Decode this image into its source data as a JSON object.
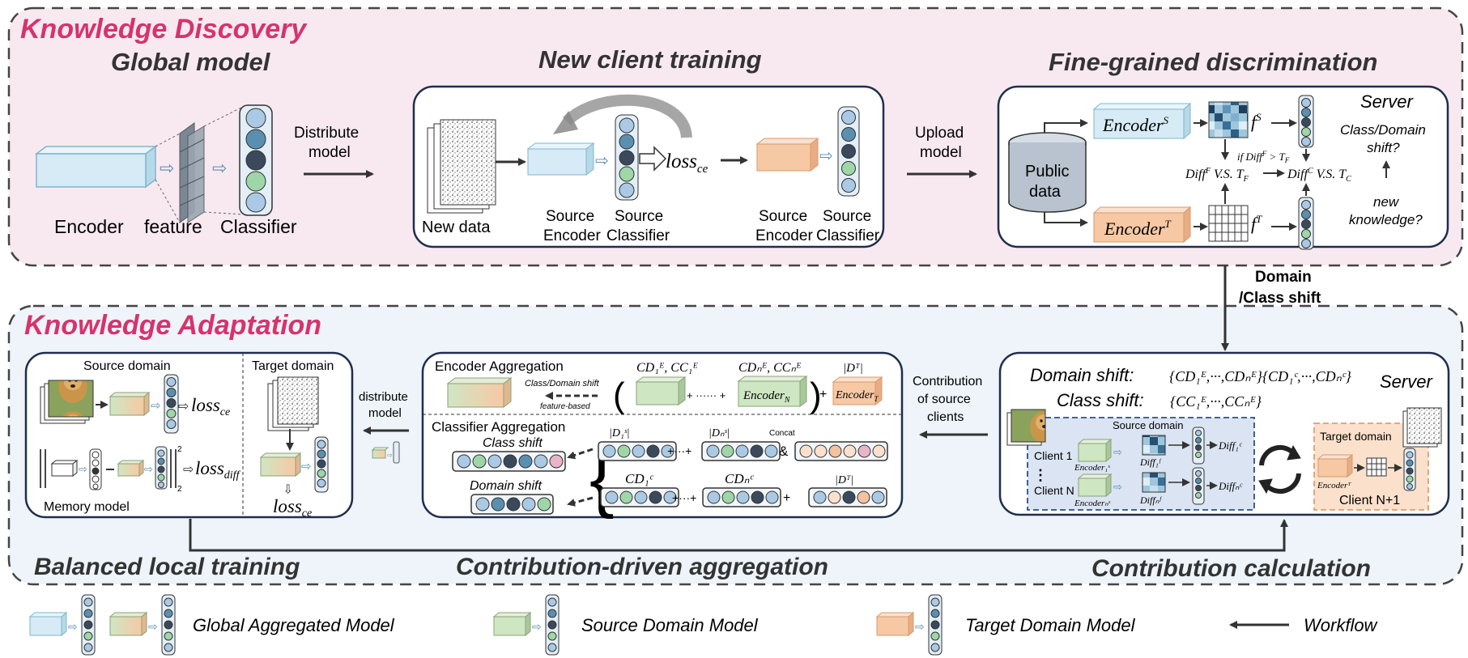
{
  "colors": {
    "accent": "#d6336c",
    "discovery_bg": "#f8e9f0",
    "adaptation_bg": "#eef4f9",
    "panel_border": "#1f2d4e",
    "global_model": "#d6ebf5",
    "source_model": "#cfe6c3",
    "target_model": "#f7c8a4",
    "arrow": "#333333"
  },
  "discovery": {
    "section_title": "Knowledge Discovery",
    "global_model": {
      "title": "Global model",
      "encoder_label": "Encoder",
      "feature_label": "feature",
      "classifier_label": "Classifier"
    },
    "distribute_label": [
      "Distribute",
      "model"
    ],
    "new_client": {
      "title": "New client training",
      "data_label": "New data",
      "src_encoder": [
        "Source",
        "Encoder"
      ],
      "src_classifier": [
        "Source",
        "Classifier"
      ],
      "loss": "loss",
      "loss_sub": "ce"
    },
    "upload_label": [
      "Upload",
      "model"
    ],
    "fine_grained": {
      "title": "Fine-grained discrimination",
      "server": "Server",
      "public_data": [
        "Public",
        "data"
      ],
      "encoder_s": "Encoder",
      "encoder_s_sup": "S",
      "encoder_t": "Encoder",
      "encoder_t_sup": "T",
      "fs": "f",
      "fs_sup": "S",
      "ft": "f",
      "ft_sup": "T",
      "cond": "if Diff",
      "cond_sup": "F",
      "cond_rest": " > T",
      "cond_sub": "F",
      "diff_f": "Diff",
      "diff_f_sup": "F",
      "diff_f_rest": " V.S. T",
      "diff_f_sub": "F",
      "diff_c": "Diff",
      "diff_c_sup": "C",
      "diff_c_rest": " V.S. T",
      "diff_c_sub": "C",
      "shift_question": [
        "Class/Domain",
        "shift?"
      ],
      "new_knowledge": [
        "new",
        "knowledge?"
      ]
    }
  },
  "domain_shift_label": [
    "Domain",
    "/Class shift"
  ],
  "adaptation": {
    "section_title": "Knowledge Adaptation",
    "balanced": {
      "title": "Balanced local training",
      "source_domain": "Source domain",
      "target_domain": "Target domain",
      "loss_ce": "loss",
      "loss_ce_sub": "ce",
      "loss_diff": "loss",
      "loss_diff_sub": "diff",
      "norm_sq": "2",
      "norm_sub": "2",
      "memory_model": "Memory model",
      "loss_target": "loss",
      "loss_target_sub": "ce"
    },
    "distribute_label": [
      "distribute",
      "model"
    ],
    "aggregation": {
      "title": "Contribution-driven aggregation",
      "encoder_title": "Encoder Aggregation",
      "shift_note": "Class/Domain shift",
      "feature_based": "feature-based",
      "cd1_ce": "CD₁ᴱ, CC₁ᴱ",
      "cdn_ce": "CDₙᴱ, CCₙᴱ",
      "dots": "+ ······ +",
      "enc_n": "Encoder",
      "enc_n_sub": "N",
      "enc_t": "Encoder",
      "enc_t_sub": "T",
      "dt": "|Dᵀ|",
      "classifier_title": "Classifier Aggregation",
      "class_shift": "Class shift",
      "domain_shift": "Domain shift",
      "d1s": "|D₁ˢ|",
      "dns": "|Dₙˢ|",
      "concat": "Concat",
      "amp": "&",
      "cd1c": "CD₁ᶜ",
      "cdnc": "CDₙᶜ",
      "plus": "+",
      "dots2": "+···+"
    },
    "contribution_label": [
      "Contribution",
      "of source",
      "clients"
    ],
    "calculation": {
      "title": "Contribution calculation",
      "server": "Server",
      "domain_shift_eq": "Domain shift:",
      "domain_shift_set": "{CD₁ᴱ,···,CDₙᴱ}{CD₁ᶜ,···,CDₙᶜ}",
      "class_shift_eq": "Class shift:",
      "class_shift_set": "{CC₁ᴱ,···,CCₙᴱ}",
      "source_domain": "Source domain",
      "client_1": "Client 1",
      "client_n": "Client N",
      "vdots": "⋮",
      "enc_s1": "Encoder₁ˢ",
      "enc_sn": "Encoderₙˢ",
      "diff1f": "Diff₁ᶠ",
      "diffnf": "Diffₙᶠ",
      "diff1c": "Diff₁ᶜ",
      "diffnc": "Diffₙᶜ",
      "target_domain": "Target domain",
      "enc_t": "Encoderᵀ",
      "client_n1": "Client N+1"
    }
  },
  "legend": {
    "global": "Global Aggregated Model",
    "source": "Source Domain Model",
    "target": "Target Domain Model",
    "workflow": "Workflow"
  }
}
